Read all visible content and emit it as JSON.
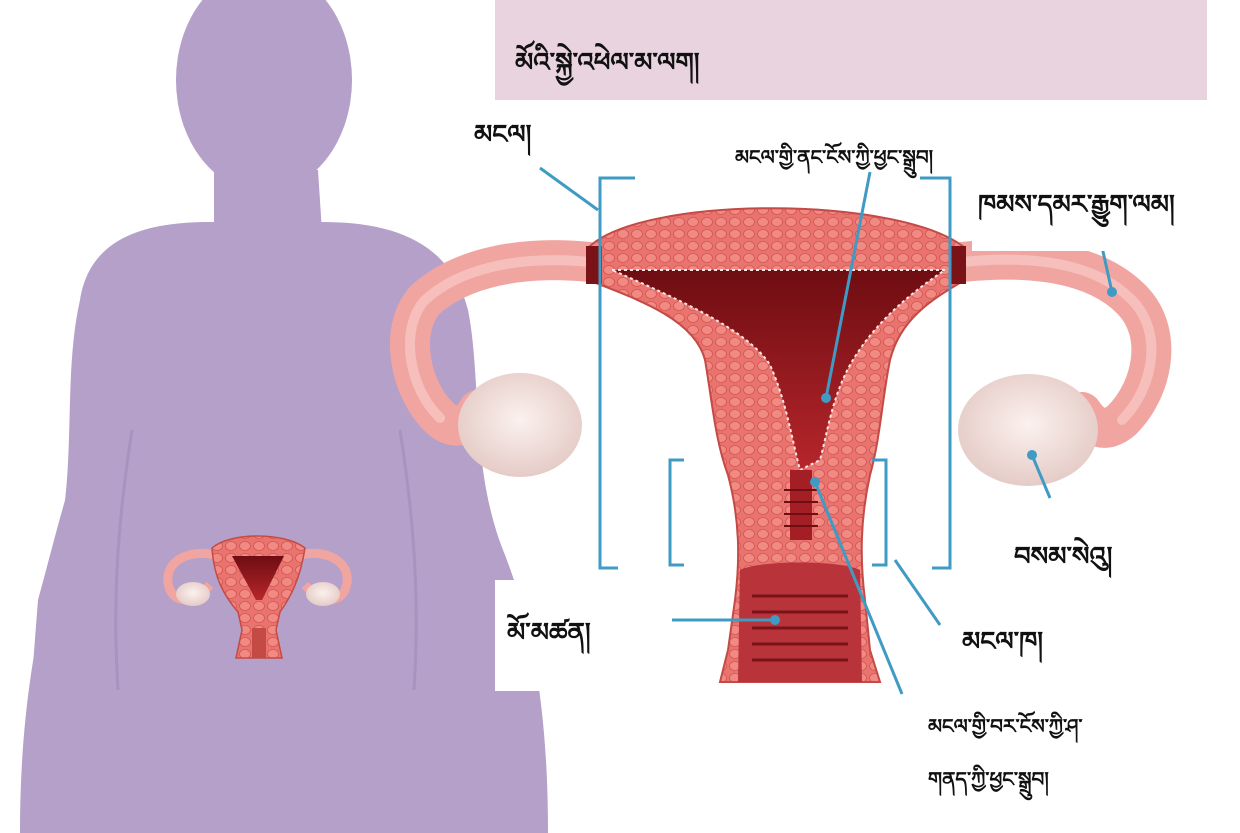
{
  "title": "མོའི་སྐྱེ་འཕེལ་མ་ལག།",
  "labels": {
    "uterus": "མངལ།",
    "endometrium": "མངལ་གྱི་ནང་ངོས་ཀྱི་ཕྱང་སྒྲུབ།",
    "fallopian_tube": "ཁམས་དམར་རྒྱུག་ལམ།",
    "ovary": "བསམ་སེའུ།",
    "vagina": "མོ་མཚན།",
    "cervix": "མངལ་ཁ།",
    "myometrium_line1": "མངལ་གྱི་བར་ངོས་ཀྱི་ཤ་",
    "myometrium_line2": "གནད་ཀྱི་ཕྱང་སྒྲུབ།"
  },
  "colors": {
    "silhouette": "#b4a0c8",
    "title_bg": "#e8d3de",
    "tissue": "#e9736f",
    "tissue_dark": "#8e1a1f",
    "tube": "#f1a5a1",
    "ovary": "#efdcd8",
    "leader": "#3f9bc4"
  }
}
